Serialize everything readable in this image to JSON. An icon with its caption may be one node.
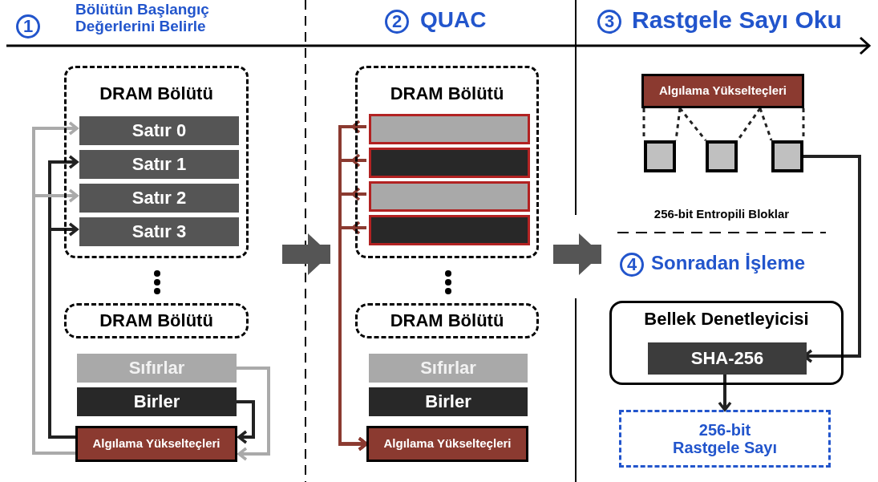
{
  "diagram": {
    "nodes": [
      {
        "text": [
          "1"
        ],
        "beside": [
          "Bölütün Başlangıç Değerlerini Belirle"
        ]
      },
      {
        "text": [
          "2"
        ],
        "beside": [
          "QUAC"
        ]
      },
      {
        "text": [
          "3"
        ],
        "beside": [
          "Rastgele Sayı Oku"
        ]
      },
      {
        "text": [
          "DRAM Bölütü"
        ]
      },
      {
        "text": [
          "Satır 0"
        ],
        "in": 3
      },
      {
        "text": [
          "Satır 1"
        ],
        "in": 3
      },
      {
        "text": [
          "Satır 2"
        ],
        "in": 3
      },
      {
        "text": [
          "Satır 3"
        ],
        "in": 3
      },
      {
        "text": [
          "DRAM Bölütü"
        ]
      },
      {
        "text": [
          "Sıfırlar"
        ]
      },
      {
        "text": [
          "Birler"
        ]
      },
      {
        "text": [
          "Algılama Yükselteçleri"
        ]
      },
      {
        "text": [
          "DRAM Bölütü"
        ]
      },
      {
        "text": [],
        "shape": "bar",
        "in": 12
      },
      {
        "text": [],
        "shape": "bar",
        "in": 12
      },
      {
        "text": [],
        "shape": "bar",
        "in": 12
      },
      {
        "text": [],
        "shape": "bar",
        "in": 12
      },
      {
        "text": [
          "DRAM Bölütü"
        ]
      },
      {
        "text": [
          "Sıfırlar"
        ]
      },
      {
        "text": [
          "Birler"
        ]
      },
      {
        "text": [
          "Algılama Yükselteçleri"
        ]
      },
      {
        "text": [
          "Algılama Yükselteçleri"
        ]
      },
      {
        "text": [],
        "shape": "box"
      },
      {
        "text": [],
        "shape": "box"
      },
      {
        "text": [],
        "shape": "box"
      },
      {
        "text": [
          "4"
        ],
        "beside": [
          "Sonradan İşleme"
        ]
      },
      {
        "text": [
          "Bellek Denetleyicisi"
        ]
      },
      {
        "text": [
          "SHA-256"
        ],
        "in": 26
      },
      {
        "text": [
          "256-bit Rastgele Sayı"
        ]
      }
    ],
    "edges": [
      {
        "from": 3,
        "to": 12,
        "arrow": "to",
        "style": "thick",
        "color": "#555555"
      },
      {
        "from": 12,
        "to": 25,
        "arrow": "to",
        "style": "thick",
        "color": "#555555"
      },
      {
        "from": 11,
        "to": 4,
        "arrow": "to",
        "color": "#aaaaaa"
      },
      {
        "from": 11,
        "to": 5,
        "arrow": "to"
      },
      {
        "from": 11,
        "to": 6,
        "arrow": "to",
        "color": "#aaaaaa"
      },
      {
        "from": 11,
        "to": 7,
        "arrow": "to"
      },
      {
        "from": 9,
        "to": 11,
        "arrow": "to",
        "color": "#aaaaaa"
      },
      {
        "from": 10,
        "to": 11,
        "arrow": "to"
      },
      {
        "from": 13,
        "to": 20,
        "arrow": "to",
        "color": "#8b3a30"
      },
      {
        "from": 14,
        "to": 20,
        "arrow": "to",
        "color": "#8b3a30"
      },
      {
        "from": 15,
        "to": 20,
        "arrow": "to",
        "color": "#8b3a30"
      },
      {
        "from": 16,
        "to": 20,
        "arrow": "to",
        "color": "#8b3a30"
      },
      {
        "from": 21,
        "to": 22,
        "arrow": "none",
        "style": "dashed"
      },
      {
        "from": 21,
        "to": 22,
        "arrow": "none",
        "style": "dashed"
      },
      {
        "from": 21,
        "to": 23,
        "arrow": "none",
        "style": "dashed"
      },
      {
        "from": 21,
        "to": 23,
        "arrow": "none",
        "style": "dashed"
      },
      {
        "from": 21,
        "to": 24,
        "arrow": "none",
        "style": "dashed"
      },
      {
        "from": 21,
        "to": 24,
        "arrow": "none",
        "style": "dashed"
      },
      {
        "from": 24,
        "to": 27,
        "arrow": "to"
      },
      {
        "from": 27,
        "to": 28,
        "arrow": "to"
      }
    ],
    "labels": [
      "256-bit Entropili Bloklar"
    ]
  }
}
